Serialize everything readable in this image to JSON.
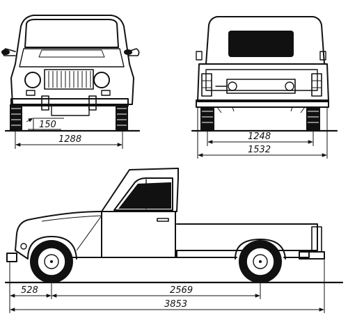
{
  "dimensions": {
    "front_ground_clearance": "150",
    "front_track": "1288",
    "rear_track_inner": "1248",
    "rear_width": "1532",
    "front_overhang": "528",
    "wheelbase": "2569",
    "overall_length": "3853"
  },
  "colors": {
    "ink": "#111111",
    "paper": "#ffffff"
  }
}
